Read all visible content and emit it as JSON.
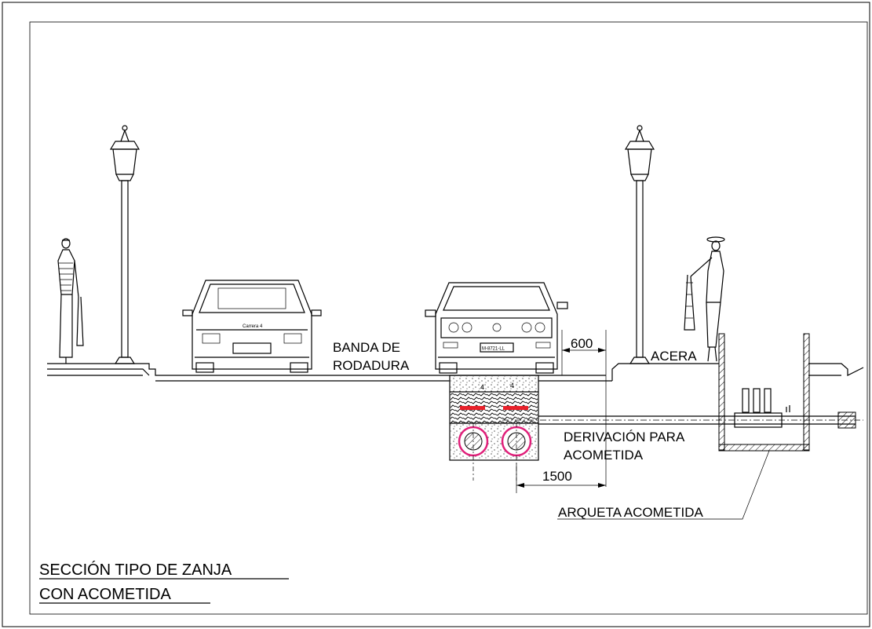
{
  "labels": {
    "banda_de": "BANDA DE",
    "rodadura": "RODADURA",
    "acera": "ACERA",
    "derivacion_line1": "DERIVACIÓN PARA",
    "derivacion_line2": "ACOMETIDA",
    "arqueta": "ARQUETA ACOMETIDA"
  },
  "dimensions": {
    "top_offset": "600",
    "bottom_offset": "1500"
  },
  "title": {
    "line1": "SECCIÓN TIPO DE ZANJA",
    "line2": "CON ACOMETIDA"
  },
  "car_badges": {
    "rear_car_model": "Carrera 4",
    "front_car_plate": "M-8721-LL"
  },
  "colors": {
    "ink": "#000000",
    "warning_tape": "#e8202a",
    "conduit_ring": "#e0207a"
  }
}
